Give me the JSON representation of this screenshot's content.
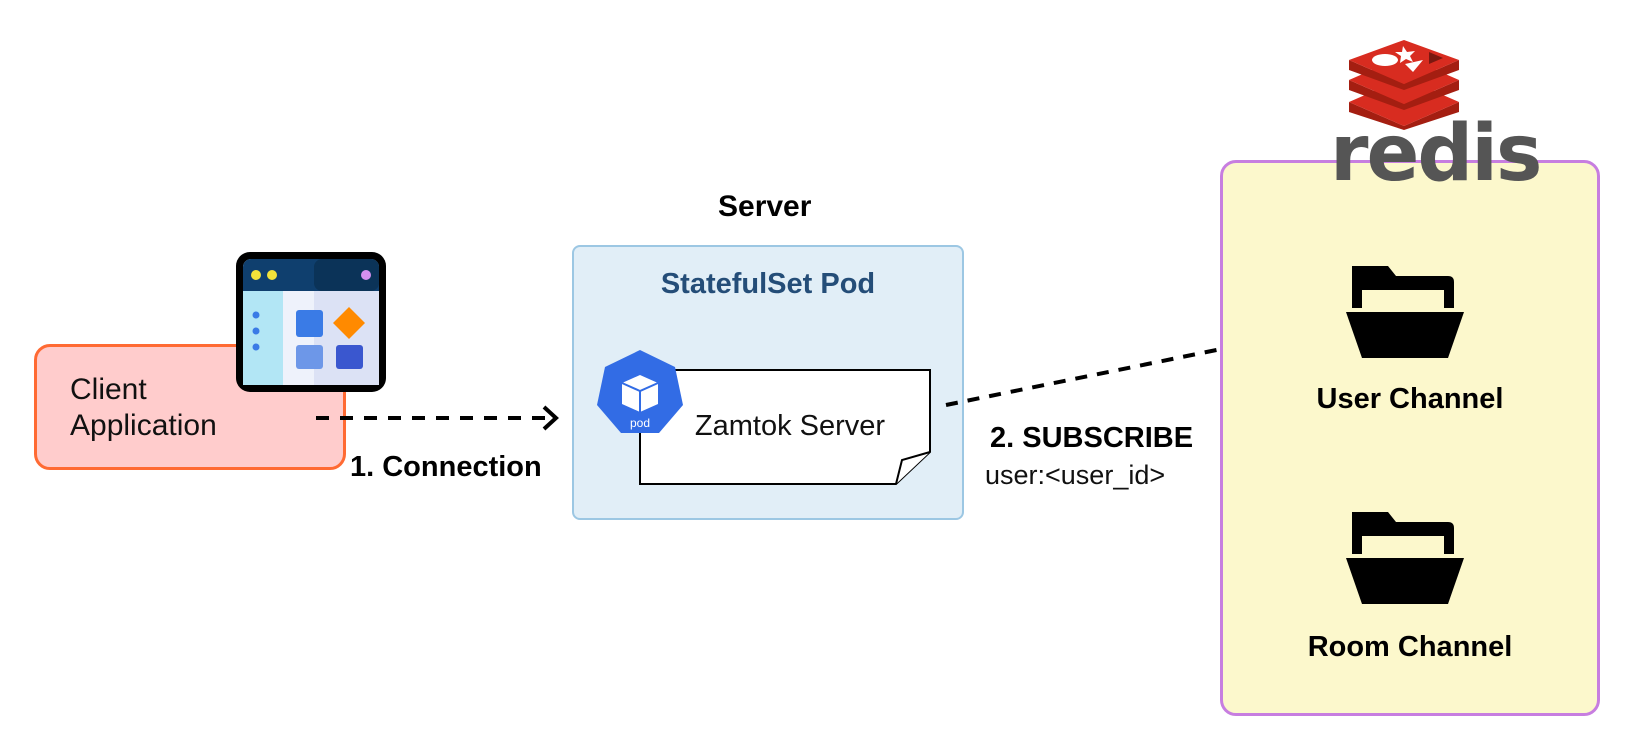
{
  "client": {
    "line1": "Client",
    "line2": "Application"
  },
  "server": {
    "title": "Server",
    "pod_title": "StatefulSet Pod",
    "pod_badge": "pod",
    "app_label": "Zamtok Server"
  },
  "arrows": {
    "connection_label": "1. Connection",
    "subscribe_label": "2. SUBSCRIBE",
    "subscribe_key": "user:<user_id>"
  },
  "redis": {
    "logo_text": "redis",
    "channels": [
      {
        "label": "User Channel"
      },
      {
        "label": "Room Channel"
      }
    ]
  },
  "colors": {
    "client_fill": "#ffcccc",
    "client_border": "#ff6a33",
    "pod_fill": "#e1eef7",
    "pod_border": "#9cc7e3",
    "pod_title": "#244d78",
    "k8s_blue": "#326ce5",
    "redis_fill": "#fcf8cc",
    "redis_border": "#c77ee0",
    "redis_red": "#d82c20"
  }
}
